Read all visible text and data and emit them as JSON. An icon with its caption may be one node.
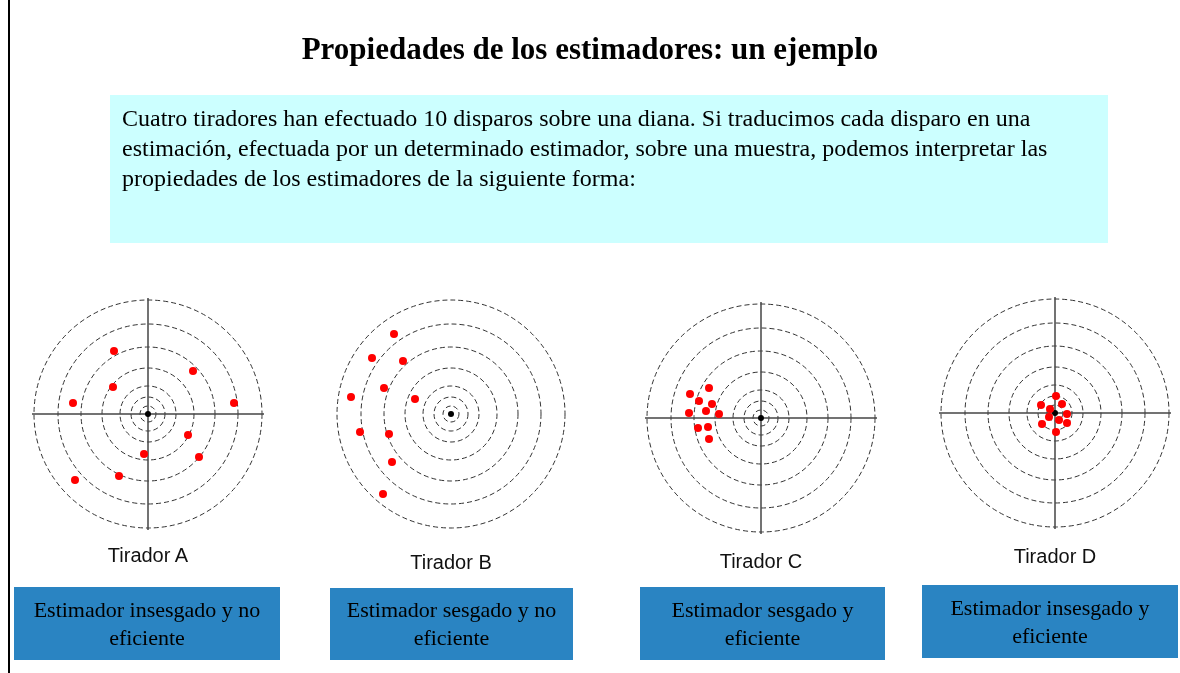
{
  "diagram": {
    "title": "Propiedades de los estimadores: un ejemplo",
    "nodes": [
      {
        "text": [
          "Cuatro tiradores han efectuado 10 disparos sobre una diana. Si traducimos cada disparo en una estimación, efectuada por un determinado estimador, sobre una muestra, podemos interpretar las propiedades de los estimadores de la siguiente forma:"
        ]
      },
      {
        "text": [
          "Estimador insesgado y no eficiente"
        ]
      },
      {
        "text": [
          "Estimador sesgado y no eficiente"
        ]
      },
      {
        "text": [
          "Estimador sesgado y eficiente"
        ]
      },
      {
        "text": [
          "Estimador insesgado y eficiente"
        ]
      }
    ],
    "labels": [
      "Tirador A",
      "Tirador B",
      "Tirador C",
      "Tirador D"
    ]
  }
}
